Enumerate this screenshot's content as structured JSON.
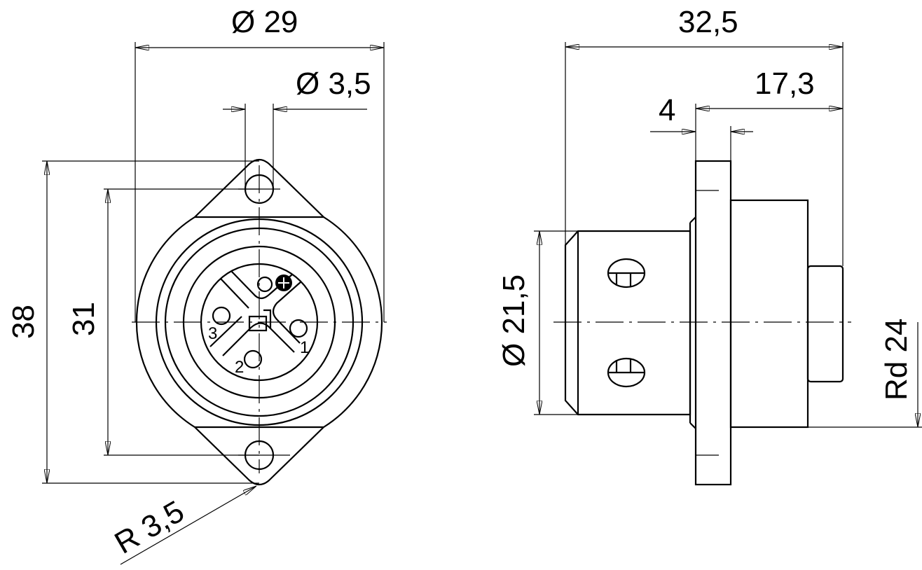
{
  "front_view": {
    "dim_outer_diameter": "Ø 29",
    "dim_hole_diameter": "Ø 3,5",
    "dim_height": "38",
    "dim_hole_spacing": "31",
    "dim_radius": "R 3,5",
    "pin_labels": [
      "1",
      "2",
      "3"
    ]
  },
  "side_view": {
    "dim_total_length": "32,5",
    "dim_rear_length": "17,3",
    "dim_flange_thickness": "4",
    "dim_body_diameter": "Ø 21,5",
    "dim_thread": "Rd 24"
  }
}
